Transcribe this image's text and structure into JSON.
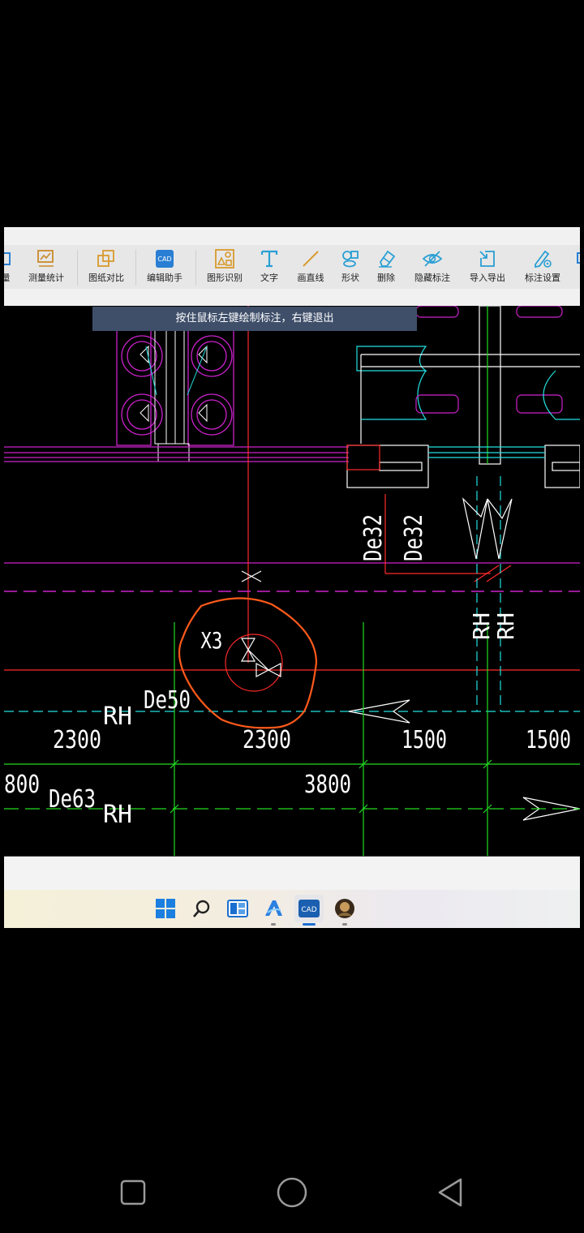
{
  "toolbar": {
    "items": [
      {
        "label": "量",
        "icon": "partial-icon"
      },
      {
        "label": "测量统计",
        "icon": "measure-stats-icon"
      },
      {
        "label": "图纸对比",
        "icon": "drawing-compare-icon"
      },
      {
        "label": "编辑助手",
        "icon": "edit-assistant-icon"
      },
      {
        "label": "图形识别",
        "icon": "shape-recognition-icon"
      },
      {
        "label": "文字",
        "icon": "text-icon"
      },
      {
        "label": "画直线",
        "icon": "draw-line-icon"
      },
      {
        "label": "形状",
        "icon": "shape-icon"
      },
      {
        "label": "删除",
        "icon": "eraser-icon"
      },
      {
        "label": "隐藏标注",
        "icon": "hide-annotation-icon"
      },
      {
        "label": "导入导出",
        "icon": "import-export-icon"
      },
      {
        "label": "标注设置",
        "icon": "annotation-settings-icon"
      }
    ]
  },
  "hint": "按住鼠标左键绘制标注，右键退出",
  "drawing": {
    "labels": {
      "x3": "X3",
      "de50": "De50",
      "rh1": "RH",
      "rh2": "RH",
      "rh_v1": "RH",
      "rh_v2": "RH",
      "de32a": "De32",
      "de32b": "De32",
      "de63": "De63",
      "d2300a": "2300",
      "d2300b": "2300",
      "d1500a": "1500",
      "d1500b": "1500",
      "d800": "800",
      "d3800": "3800"
    },
    "colors": {
      "red": "#ff2a2a",
      "green": "#22dd22",
      "cyan": "#22e0e0",
      "magenta": "#cc22cc",
      "white": "#ffffff",
      "annotation": "#ff5a1a"
    }
  },
  "taskbar": {
    "icons": [
      "windows-start-icon",
      "search-icon",
      "task-view-icon",
      "app-a-icon",
      "cad-app-icon",
      "avatar-app-icon"
    ],
    "cad_app_label": "CAD"
  }
}
